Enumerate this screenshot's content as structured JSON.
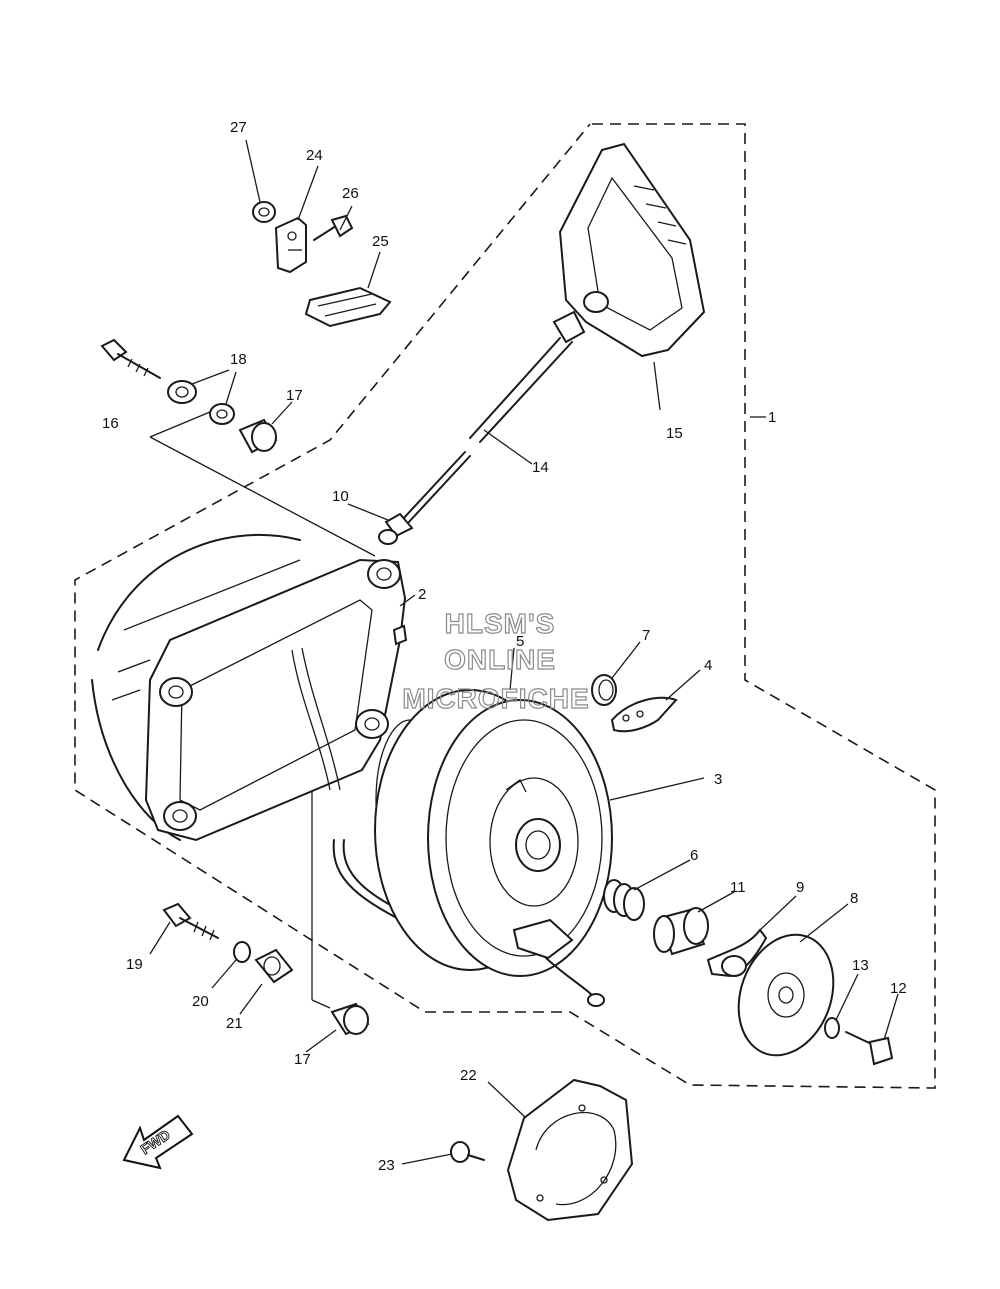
{
  "watermark": {
    "line1": "HLSM'S",
    "line2": "ONLINE",
    "line3": "MICROFICHE"
  },
  "direction_arrow": {
    "label": "FWD",
    "icon": "fwd-arrow-icon"
  },
  "callouts": {
    "c1": "1",
    "c2": "2",
    "c3": "3",
    "c4": "4",
    "c5": "5",
    "c6": "6",
    "c7": "7",
    "c8": "8",
    "c9": "9",
    "c10": "10",
    "c11": "11",
    "c12": "12",
    "c13": "13",
    "c14": "14",
    "c15": "15",
    "c16": "16",
    "c17a": "17",
    "c17b": "17",
    "c18": "18",
    "c19": "19",
    "c20": "20",
    "c21": "21",
    "c22": "22",
    "c23": "23",
    "c24": "24",
    "c25": "25",
    "c26": "26",
    "c27": "27"
  },
  "colors": {
    "line": "#1a1a1a",
    "watermark": "#8a8a8a",
    "background": "#ffffff"
  }
}
